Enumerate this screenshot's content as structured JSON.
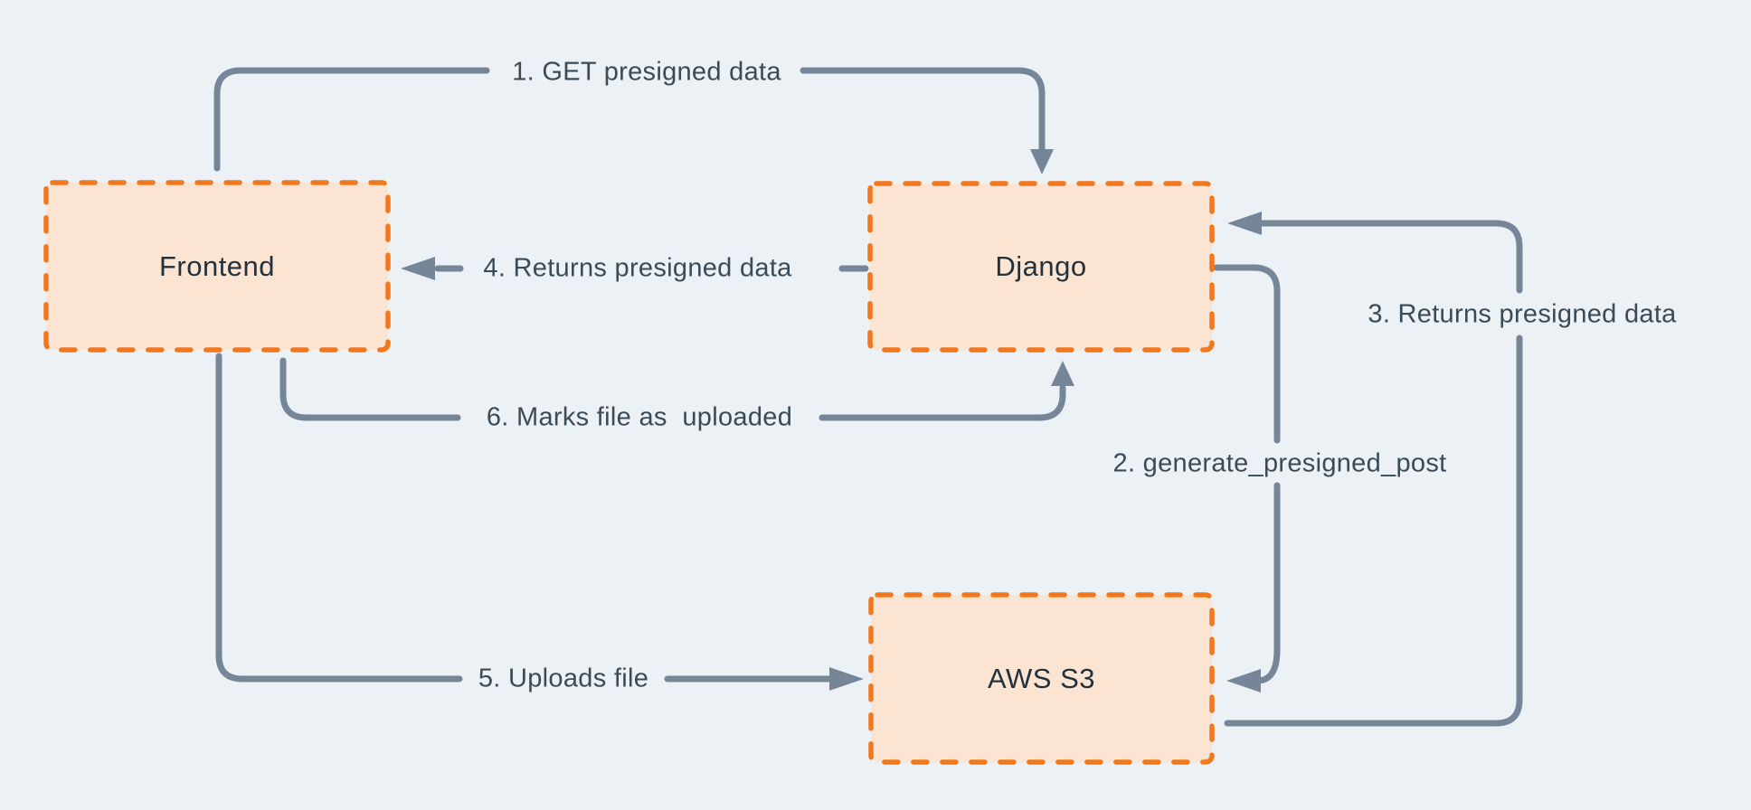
{
  "diagram": {
    "description": "Presigned upload flow between a frontend, Django backend and AWS S3",
    "nodes": {
      "frontend": {
        "label": "Frontend"
      },
      "django": {
        "label": "Django"
      },
      "aws_s3": {
        "label": "AWS S3"
      }
    },
    "edges": {
      "step1": {
        "label": "1. GET presigned data",
        "from": "Frontend",
        "to": "Django"
      },
      "step2": {
        "label": "2. generate_presigned_post",
        "from": "Django",
        "to": "AWS S3"
      },
      "step3": {
        "label": "3. Returns presigned data",
        "from": "AWS S3",
        "to": "Django"
      },
      "step4": {
        "label": "4. Returns presigned data",
        "from": "Django",
        "to": "Frontend"
      },
      "step5": {
        "label": "5. Uploads file",
        "from": "Frontend",
        "to": "AWS S3"
      },
      "step6": {
        "label": "6. Marks file as  uploaded",
        "from": "Frontend",
        "to": "Django"
      }
    }
  },
  "colors": {
    "bg": "#ecf1f5",
    "node_fill": "#fce4d2",
    "node_border": "#f0781e",
    "arrow": "#768699",
    "text": "#22313c",
    "label_text": "#3a4b57"
  }
}
